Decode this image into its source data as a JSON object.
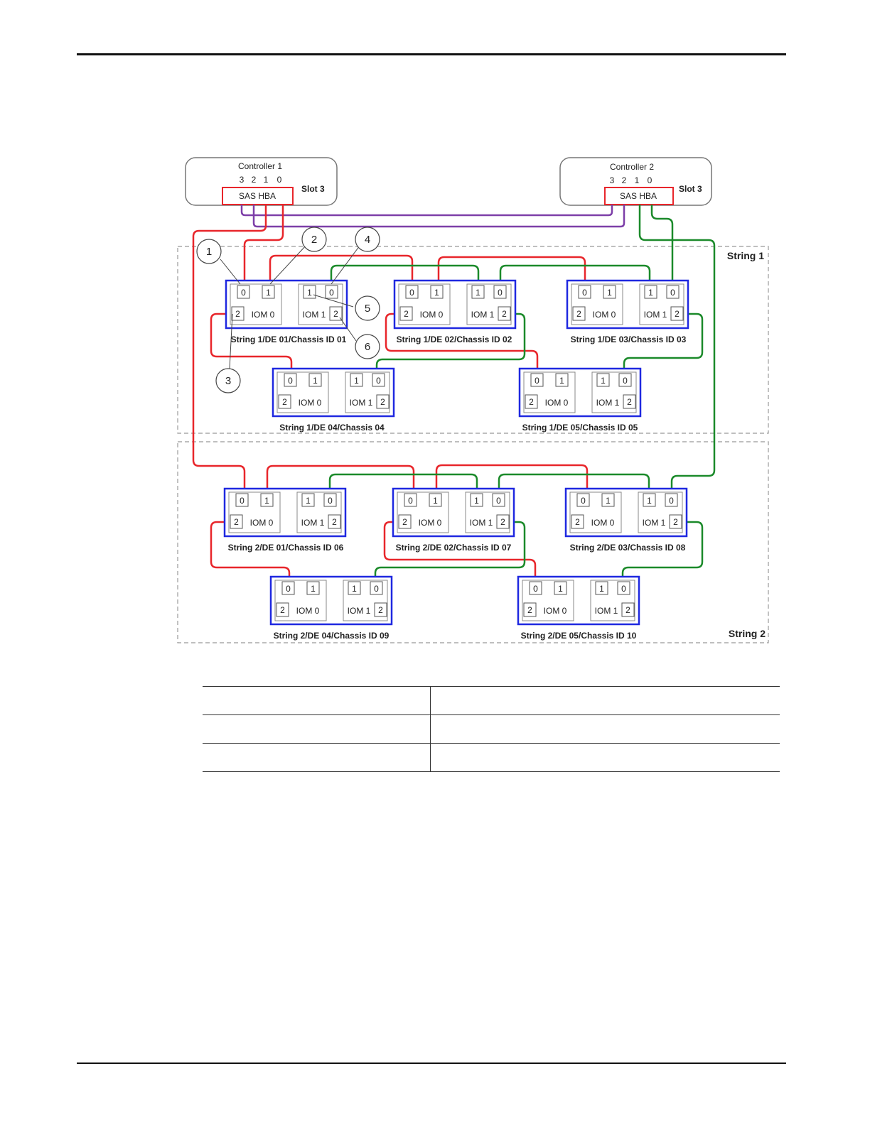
{
  "controllers": [
    {
      "name": "Controller 1",
      "port_numbers": [
        "3",
        "2",
        "1",
        "0"
      ],
      "hba_label": "SAS HBA",
      "slot_label": "Slot 3"
    },
    {
      "name": "Controller 2",
      "port_numbers": [
        "3",
        "2",
        "1",
        "0"
      ],
      "hba_label": "SAS HBA",
      "slot_label": "Slot 3"
    }
  ],
  "strings": [
    {
      "label": "String 1"
    },
    {
      "label": "String 2"
    }
  ],
  "enclosures": [
    {
      "label": "String 1/DE  01/Chassis ID 01"
    },
    {
      "label": "String 1/DE 02/Chassis ID 02"
    },
    {
      "label": "String 1/DE 03/Chassis ID 03"
    },
    {
      "label": "String 1/DE 04/Chassis 04"
    },
    {
      "label": "String 1/DE 05/Chassis ID 05"
    },
    {
      "label": "String 2/DE  01/Chassis ID 06"
    },
    {
      "label": "String 2/DE 02/Chassis ID 07"
    },
    {
      "label": "String 2/DE 03/Chassis ID 08"
    },
    {
      "label": "String 2/DE 04/Chassis ID 09"
    },
    {
      "label": "String 2/DE 05/Chassis ID 10"
    }
  ],
  "iom": {
    "iom0_label": "IOM 0",
    "iom1_label": "IOM 1",
    "port0": "0",
    "port1": "1",
    "port2": "2"
  },
  "callouts": [
    "1",
    "2",
    "3",
    "4",
    "5",
    "6"
  ],
  "colors": {
    "red": "#e8262b",
    "green": "#1b8a2a",
    "purple": "#7d3fa8",
    "blue": "#1f28e0"
  },
  "legend_table": {
    "rows": [
      [
        "",
        ""
      ],
      [
        "",
        ""
      ],
      [
        "",
        ""
      ]
    ]
  }
}
